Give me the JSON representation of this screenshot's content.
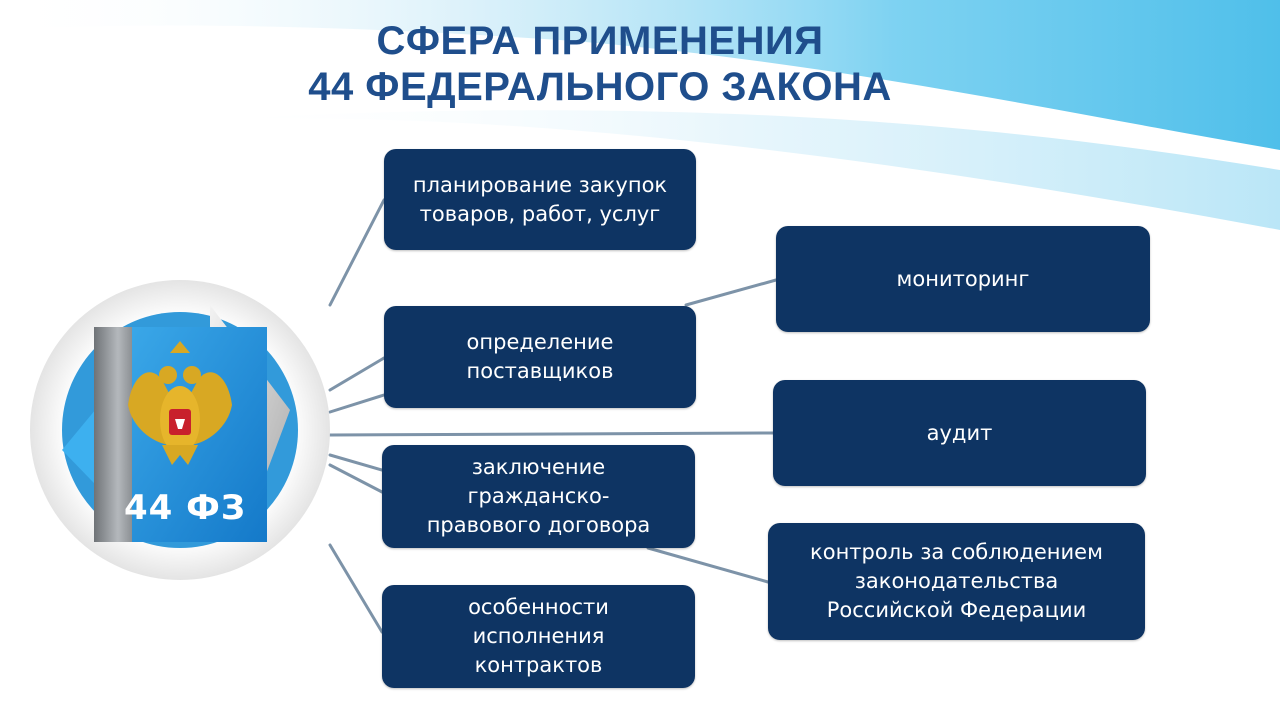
{
  "title": {
    "line1": "СФЕРА ПРИМЕНЕНИЯ",
    "line2": "44 ФЕДЕРАЛЬНОГО ЗАКОНА"
  },
  "book": {
    "label": "44 ФЗ"
  },
  "boxes": {
    "planning": "планирование закупок\nтоваров, работ, услуг",
    "suppliers": "определение\nпоставщиков",
    "contract": "заключение\nгражданско-\nправового договора",
    "execution": "особенности\nисполнения\nконтрактов",
    "monitoring": "мониторинг",
    "audit": "аудит",
    "control": "контроль за соблюдением\nзаконодательства\nРоссийской Федерации"
  },
  "colors": {
    "title": "#1f4e8c",
    "box": "#0e3463",
    "connector": "#7d93a8",
    "wave": "#5fc3ea"
  }
}
